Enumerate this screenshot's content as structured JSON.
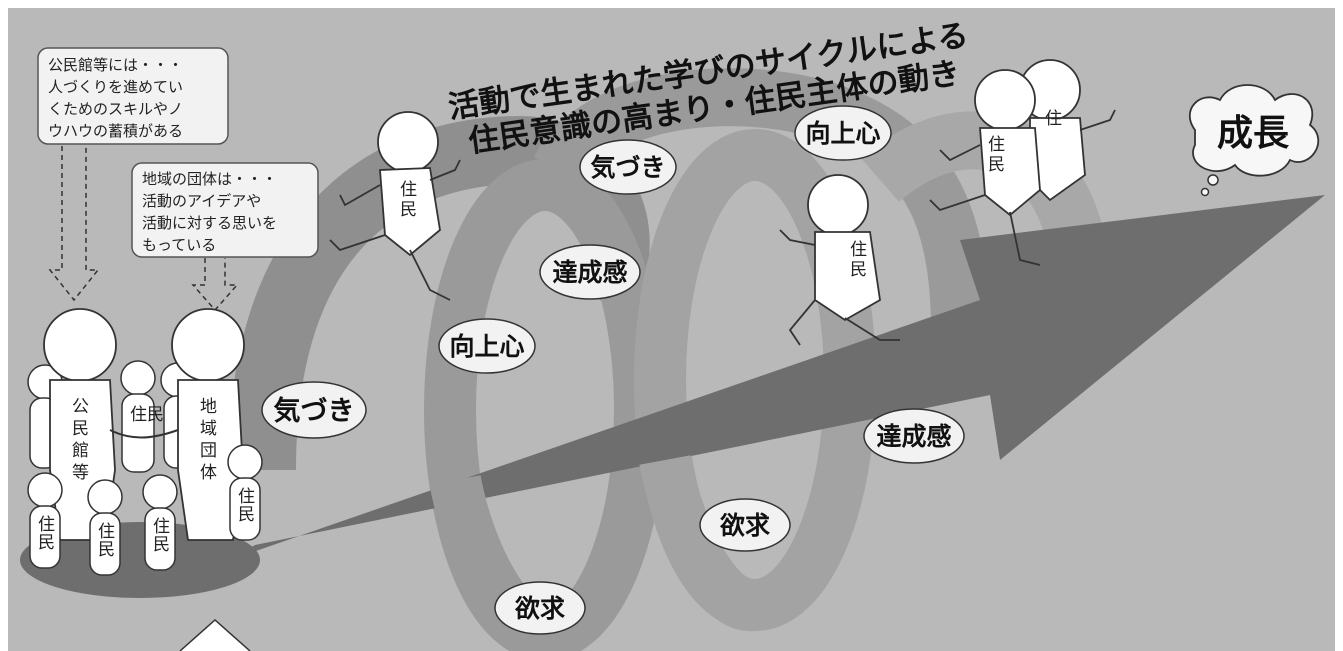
{
  "title": {
    "line1": "活動で生まれた学びのサイクルによる",
    "line2": "住民意識の高まり・住民主体の動き"
  },
  "callouts": {
    "kominkan": [
      "公民館等には・・・",
      "人づくりを進めてい",
      "くためのスキルやノ",
      "ウハウの蓄積がある"
    ],
    "chiiki": [
      "地域の団体は・・・",
      "活動のアイデアや",
      "活動に対する思いを",
      "もっている"
    ]
  },
  "cycle_labels": {
    "kizuki_1": "気づき",
    "kojoshin_1": "向上心",
    "tasseikan_1": "達成感",
    "yokkyu_1": "欲求",
    "kizuki_2": "気づき",
    "kojoshin_2": "向上心",
    "tasseikan_2": "達成感",
    "yokkyu_2": "欲求"
  },
  "growth": "成長",
  "group": {
    "kominkan": "公民館等",
    "chiiki": "地域団体",
    "resident": "住民",
    "resident_short": "住"
  },
  "colors": {
    "background": "#b9b9b9",
    "main_arrow": "#6e6e6e",
    "spiral_dark": "#8f8f8f",
    "spiral_light": "#a8a8a8",
    "figure_fill": "#ffffff",
    "label_fill": "#f2f2f2"
  }
}
